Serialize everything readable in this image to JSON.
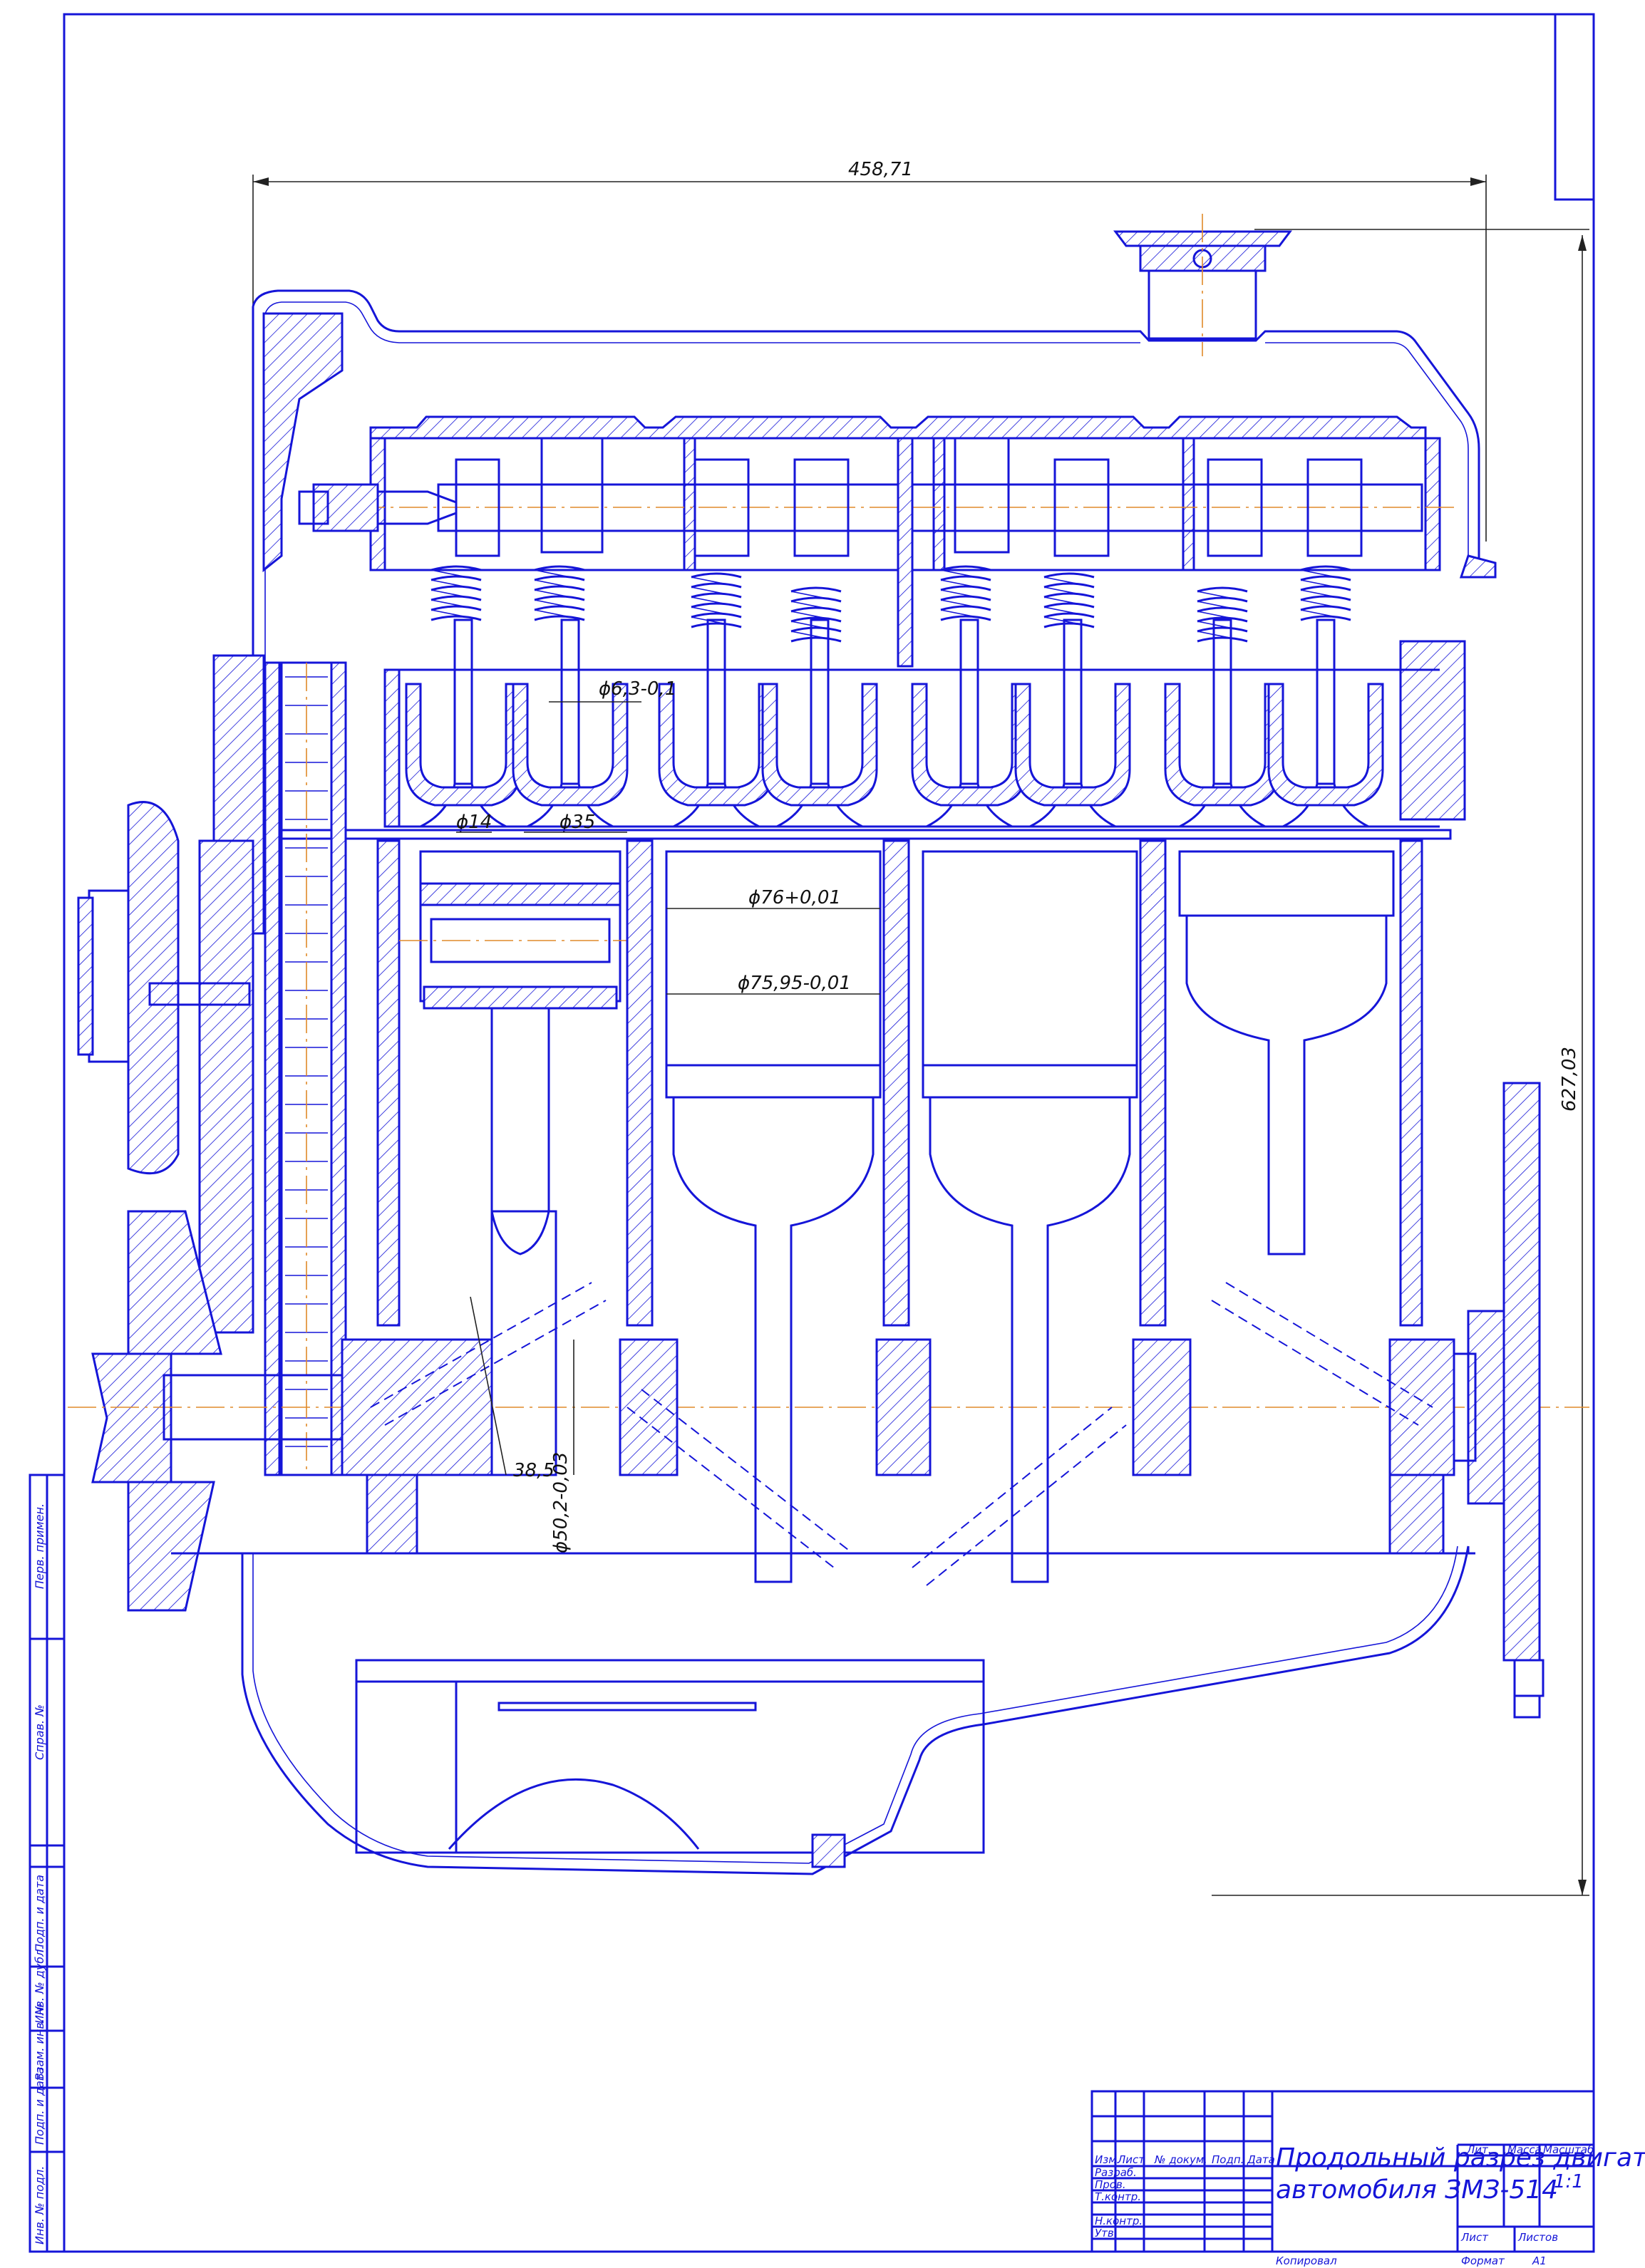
{
  "dimensions": {
    "overall_length": "458,71",
    "overall_height": "627,03",
    "valve_stem": "ϕ6,3-0,1",
    "valve_seat_small": "ϕ14",
    "valve_seat_large": "ϕ35",
    "bore": "ϕ76+0,01",
    "piston": "ϕ75,95-0,01",
    "crank_radius": "38,5",
    "journal": "ϕ50,2-0,03"
  },
  "title_block": {
    "title_line1": "Продольный разрез двигателя",
    "title_line2": "автомобиля ЗМЗ-514",
    "headers": [
      "Изм.",
      "Лист",
      "№ докум.",
      "Подп.",
      "Дата"
    ],
    "roles": [
      "Разраб.",
      "Пров.",
      "Т.контр.",
      "",
      "Н.контр.",
      "Утв."
    ],
    "col_lit": "Лит.",
    "col_mass": "Масса",
    "col_scale": "Масштаб",
    "scale_value": "1:1",
    "sheet_label": "Лист",
    "sheets_label": "Листов",
    "copied": "Копировал",
    "format": "Формат",
    "format_value": "А1"
  },
  "side_stamps": [
    "Перв. примен.",
    "Справ. №",
    "Подп. и дата",
    "Инв. № дубл.",
    "Взам. инв. №",
    "Подп. и дата",
    "Инв. № подл."
  ],
  "colors": {
    "line": "#1515d8",
    "axis": "#e08a2a",
    "dimension": "#222222"
  }
}
